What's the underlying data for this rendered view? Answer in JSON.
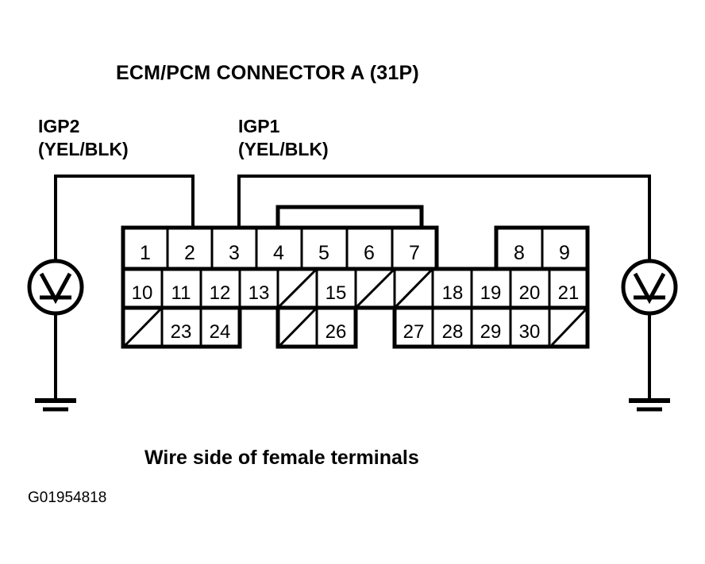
{
  "title": "ECM/PCM CONNECTOR A (31P)",
  "caption": "Wire side of female terminals",
  "figure_code": "G01954818",
  "probes": [
    {
      "name": "IGP2",
      "line1": "IGP2",
      "line2": "(YEL/BLK)",
      "wire_color": "YEL/BLK",
      "connects_to_pin": "2",
      "meter_icon": "voltmeter-icon",
      "meter_symbol": "V",
      "ground_icon": "ground-icon"
    },
    {
      "name": "IGP1",
      "line1": "IGP1",
      "line2": "(YEL/BLK)",
      "wire_color": "YEL/BLK",
      "connects_to_pin": "3",
      "meter_icon": "voltmeter-icon",
      "meter_symbol": "V",
      "ground_icon": "ground-icon"
    }
  ],
  "connector": {
    "name": "ECM/PCM CONNECTOR A",
    "pin_count": "31P",
    "rows": [
      {
        "row": "top",
        "groups": [
          {
            "cells": [
              {
                "label": "1",
                "empty": false
              },
              {
                "label": "2",
                "empty": false
              },
              {
                "label": "3",
                "empty": false
              },
              {
                "label": "4",
                "empty": false
              },
              {
                "label": "5",
                "empty": false
              },
              {
                "label": "6",
                "empty": false
              },
              {
                "label": "7",
                "empty": false
              }
            ]
          },
          {
            "cells": [
              {
                "label": "8",
                "empty": false
              },
              {
                "label": "9",
                "empty": false
              }
            ]
          }
        ]
      },
      {
        "row": "middle",
        "groups": [
          {
            "cells": [
              {
                "label": "10",
                "empty": false
              },
              {
                "label": "11",
                "empty": false
              },
              {
                "label": "12",
                "empty": false
              },
              {
                "label": "13",
                "empty": false
              },
              {
                "label": "",
                "empty": true
              },
              {
                "label": "15",
                "empty": false
              },
              {
                "label": "",
                "empty": true
              },
              {
                "label": "",
                "empty": true
              },
              {
                "label": "18",
                "empty": false
              },
              {
                "label": "19",
                "empty": false
              },
              {
                "label": "20",
                "empty": false
              },
              {
                "label": "21",
                "empty": false
              }
            ]
          }
        ]
      },
      {
        "row": "bottom",
        "groups": [
          {
            "cells": [
              {
                "label": "",
                "empty": true
              },
              {
                "label": "23",
                "empty": false
              },
              {
                "label": "24",
                "empty": false
              }
            ]
          },
          {
            "cells": [
              {
                "label": "",
                "empty": true
              },
              {
                "label": "26",
                "empty": false
              }
            ]
          },
          {
            "cells": [
              {
                "label": "27",
                "empty": false
              },
              {
                "label": "28",
                "empty": false
              },
              {
                "label": "29",
                "empty": false
              },
              {
                "label": "30",
                "empty": false
              },
              {
                "label": "",
                "empty": true
              }
            ]
          }
        ]
      }
    ]
  },
  "colors": {
    "ink": "#000000",
    "paper": "#ffffff"
  }
}
